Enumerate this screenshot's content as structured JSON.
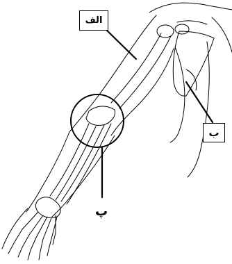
{
  "labels": {
    "alef": "الف",
    "be": "ب",
    "pe": "پ"
  },
  "colors": {
    "line": "#000000",
    "background": "#ffffff"
  }
}
